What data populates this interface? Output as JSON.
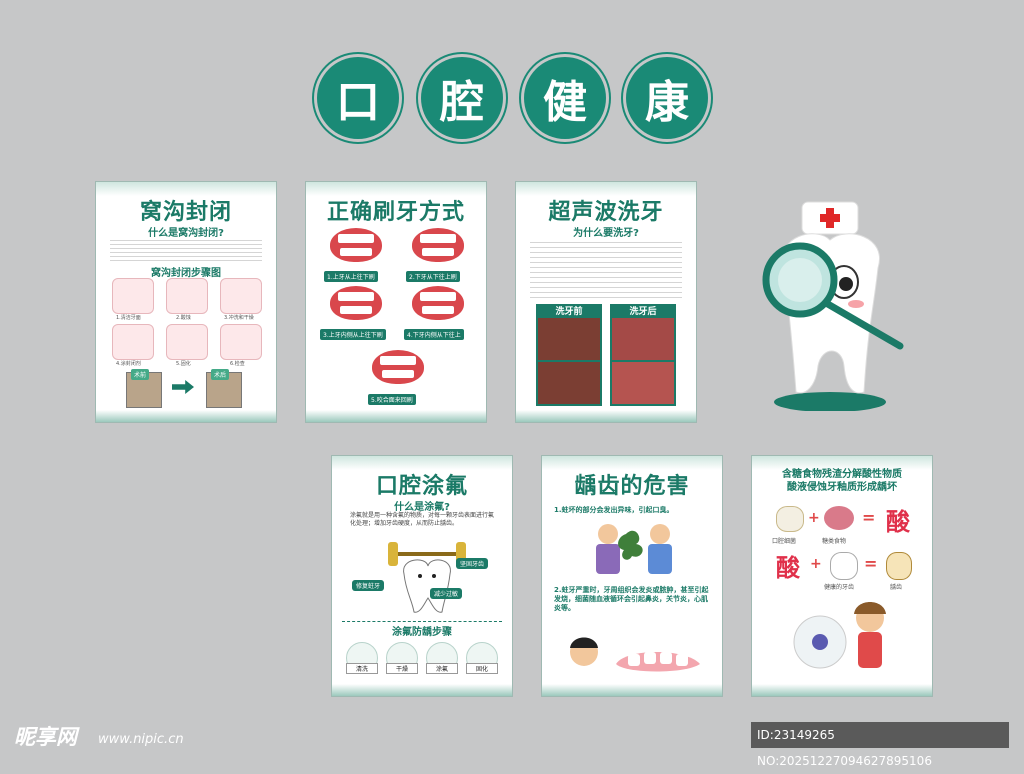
{
  "header_chars": [
    "口",
    "腔",
    "健",
    "康"
  ],
  "colors": {
    "accent": "#1b7a67",
    "circle": "#1a8a76",
    "background": "#c6c7c8",
    "pink": "#fde8ea"
  },
  "panel1": {
    "title": "窝沟封闭",
    "subtitle": "什么是窝沟封闭?",
    "steps_title": "窝沟封闭步骤图",
    "step_captions": [
      "1.清洁牙面",
      "2.酸蚀",
      "3.冲洗和干燥",
      "4.涂封闭剂",
      "5.固化",
      "6.检查"
    ],
    "before": "术前",
    "after": "术后"
  },
  "panel2": {
    "title": "正确刷牙方式",
    "steps": [
      "1.上牙从上往下刷",
      "2.下牙从下往上刷",
      "3.上牙内侧从上往下刷",
      "4.下牙内侧从下往上",
      "5.咬合面来回刷"
    ]
  },
  "panel3": {
    "title": "超声波洗牙",
    "subtitle": "为什么要洗牙?",
    "before": "洗牙前",
    "after": "洗牙后"
  },
  "panel4": {
    "title": "口腔涂氟",
    "subtitle": "什么是涂氟?",
    "para": "涂氟就是用一种含氟的物质，对每一颗牙齿表面进行氟化处理；增加牙齿硬度，从而防止龋齿。",
    "tags": [
      "坚固牙齿",
      "修复蛀牙",
      "减少过敏"
    ],
    "steps_title": "涂氟防龋步骤",
    "steps": [
      "清洗",
      "干燥",
      "涂氟",
      "固化"
    ]
  },
  "panel5": {
    "title": "龋齿的危害",
    "point1": "1.蛀坏的部分会发出异味，引起口臭。",
    "point2": "2.蛀牙严重时，牙周组织会发炎或脓肿，甚至引起发烧，细菌随血液循环会引起鼻炎，关节炎，心肌炎等。"
  },
  "panel6": {
    "title_line1": "含糖食物残渣分解酸性物质",
    "title_line2": "酸液侵蚀牙釉质形成龋坏",
    "acid": "酸",
    "labels": [
      "口腔细菌",
      "糖类食物",
      "健康的牙齿",
      "龋齿"
    ]
  },
  "watermark": {
    "brand": "昵享网",
    "url": "www.nipic.cn",
    "id": "ID:23149265 NO:20251227094627895106"
  }
}
